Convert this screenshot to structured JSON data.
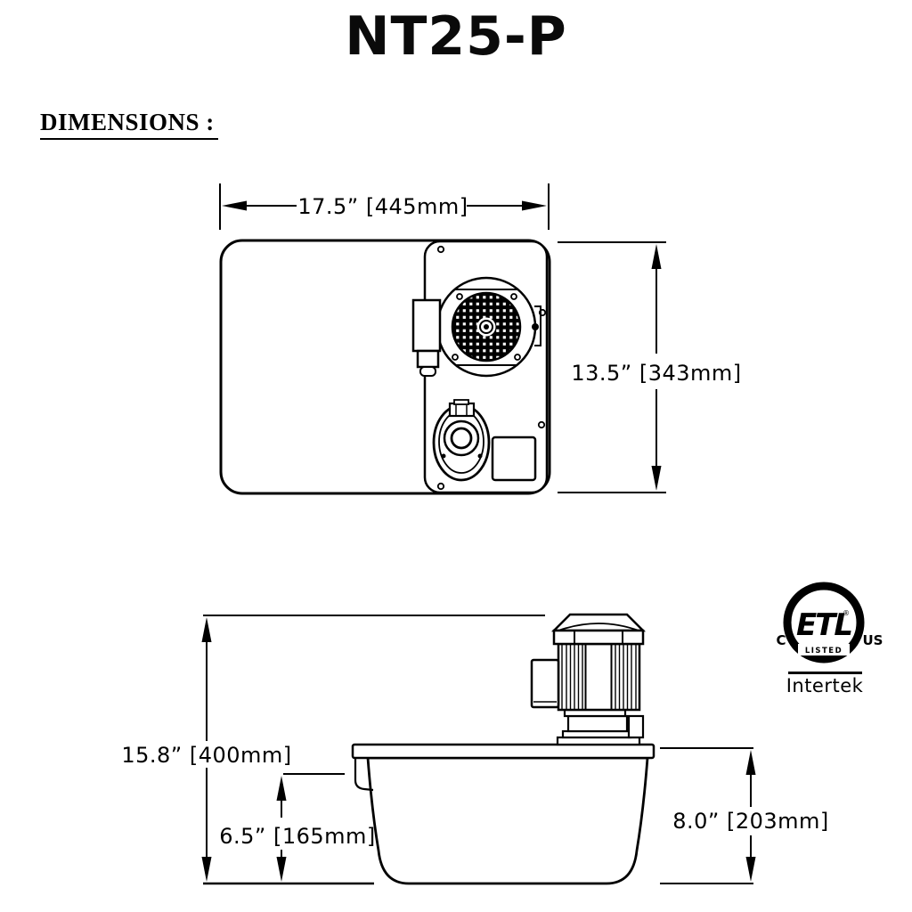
{
  "page": {
    "title": "NT25-P",
    "section_heading": "DIMENSIONS :"
  },
  "top_view": {
    "width_dim": "17.5” [445mm]",
    "height_dim": "13.5” [343mm]"
  },
  "side_view": {
    "overall_height_dim": "15.8” [400mm]",
    "inlet_height_dim": "6.5” [165mm]",
    "tank_height_dim": "8.0” [203mm]"
  },
  "certification": {
    "mark": "ETL",
    "left_label": "C",
    "right_label": "US",
    "listed_label": "LISTED",
    "registered_symbol": "®",
    "brand": "Intertek"
  },
  "colors": {
    "ink": "#000000",
    "background": "#ffffff"
  }
}
